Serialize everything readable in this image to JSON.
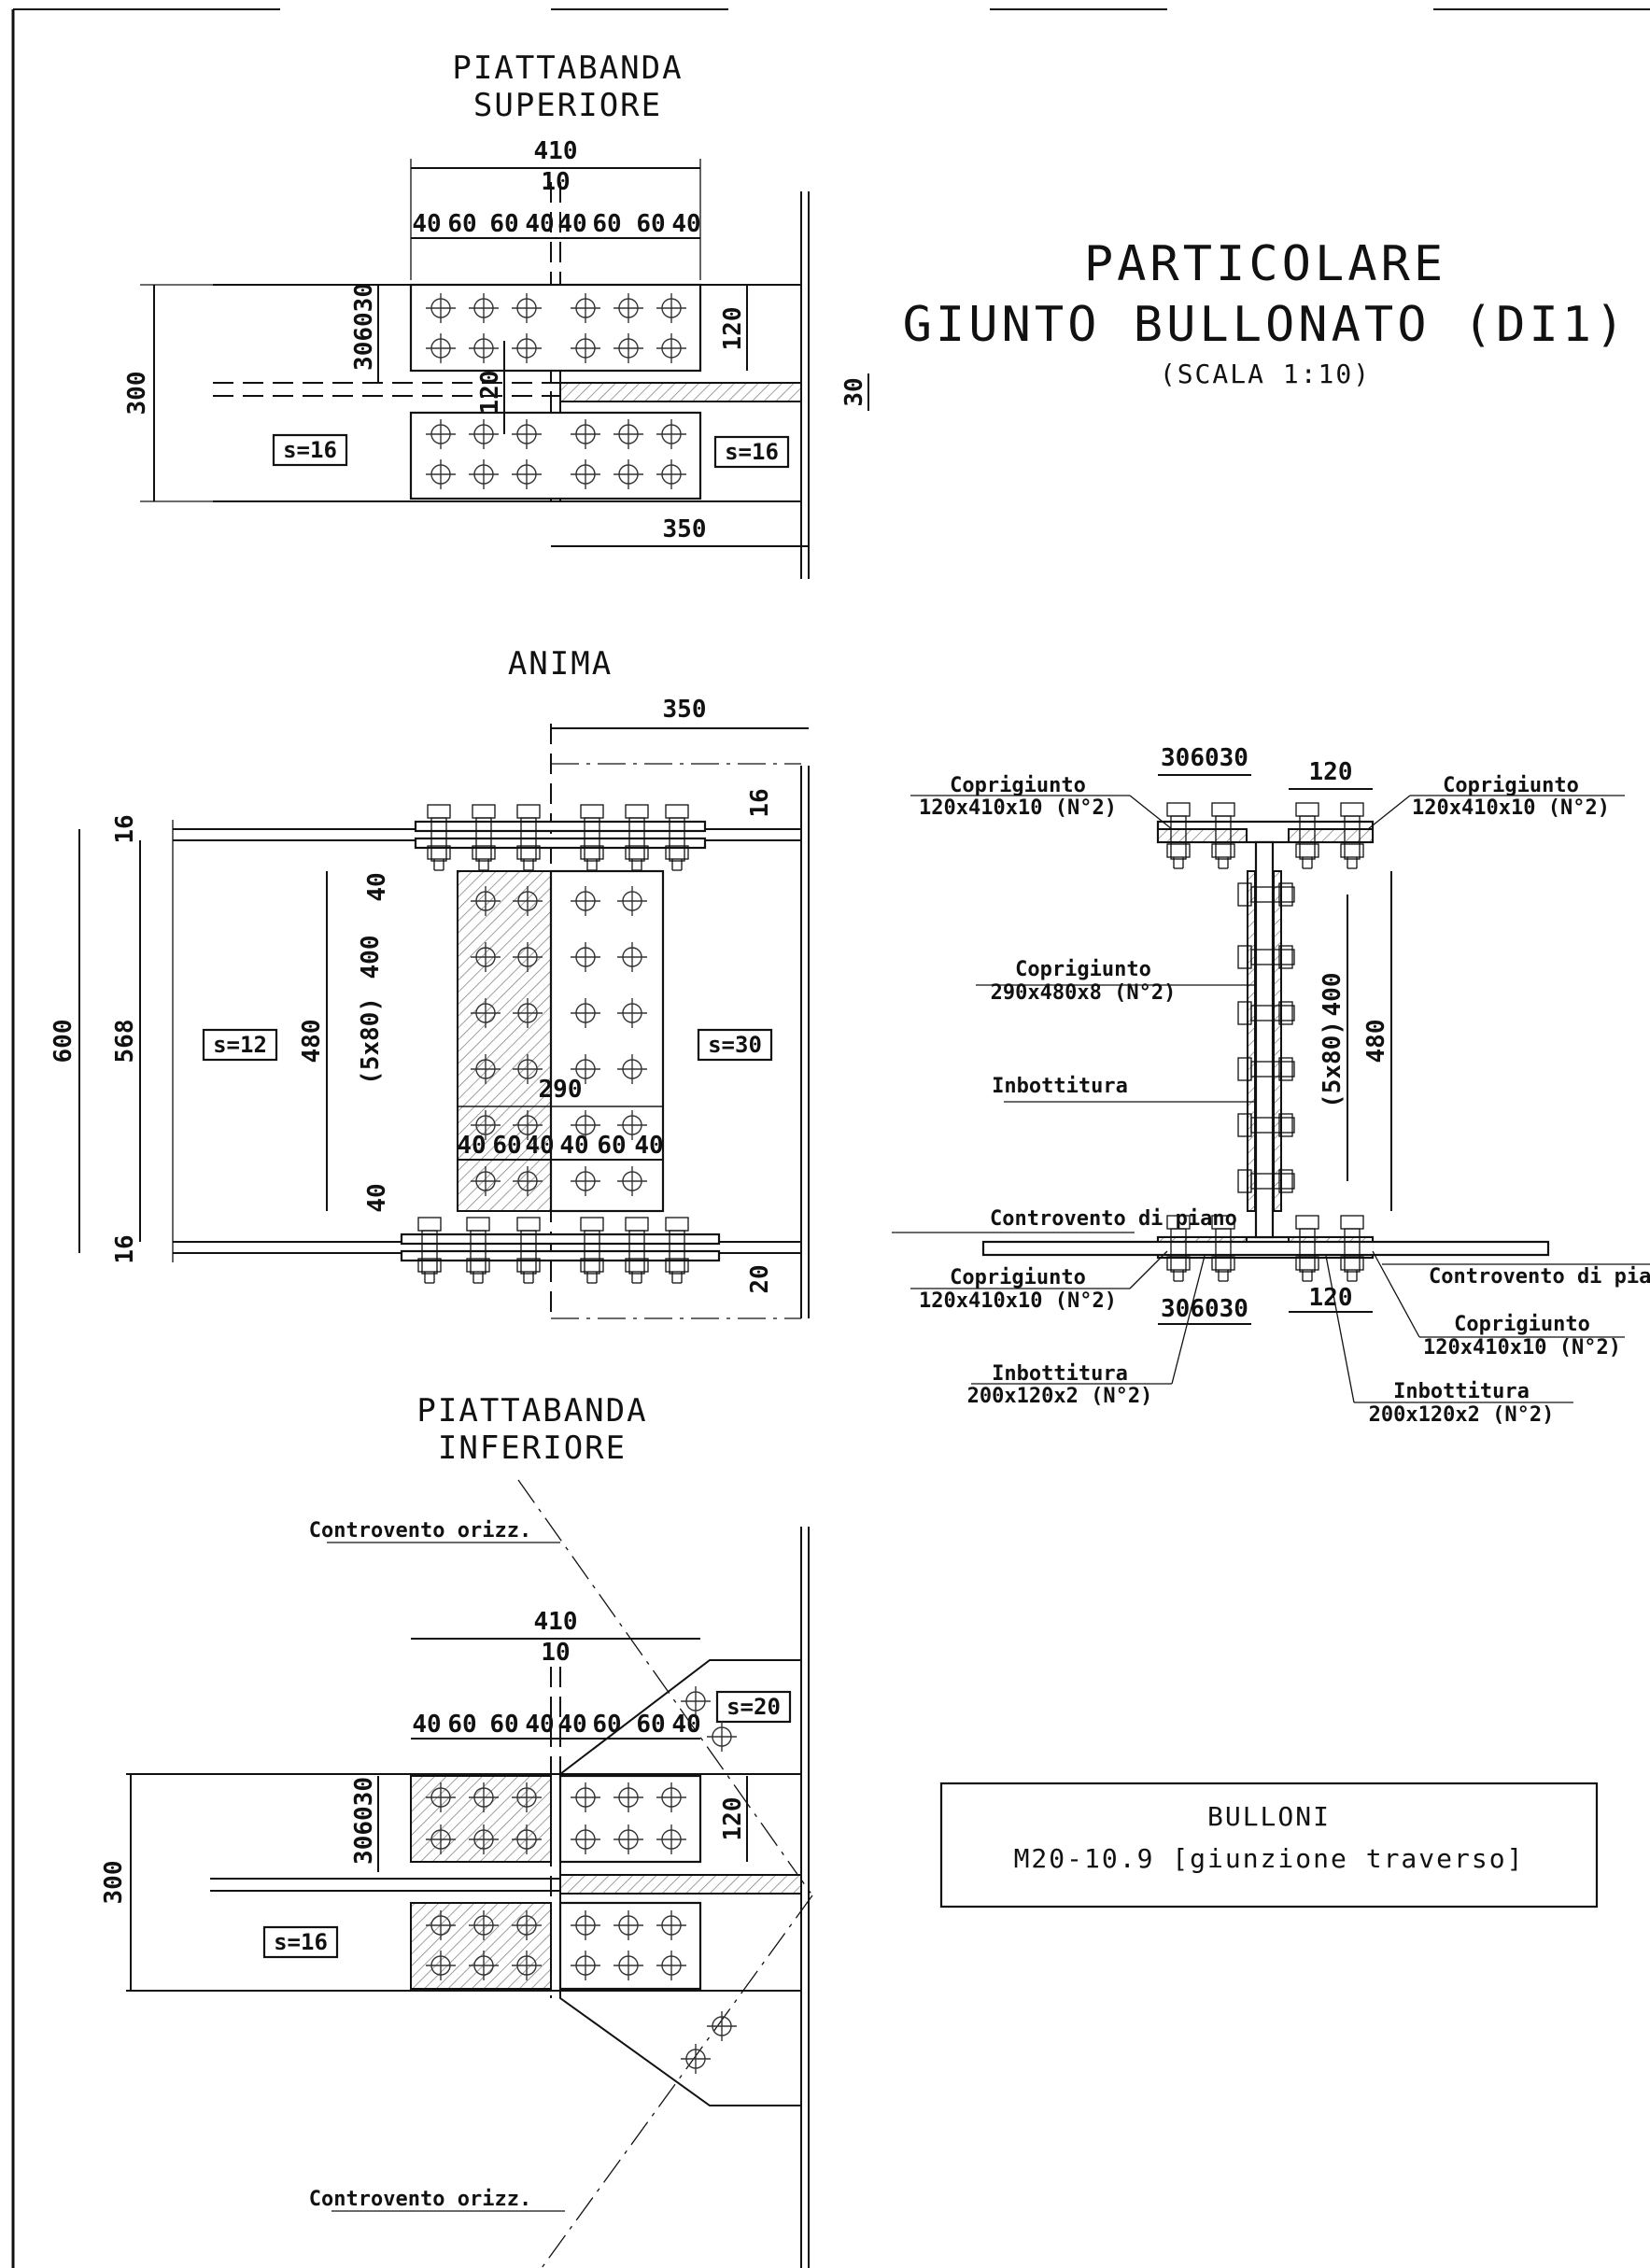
{
  "title": {
    "line1": "PARTICOLARE",
    "line2": "GIUNTO BULLONATO (DI1)",
    "scale": "(SCALA 1:10)"
  },
  "top_view": {
    "heading1": "PIATTABANDA",
    "heading2": "SUPERIORE",
    "dims": {
      "total_width": "410",
      "gap": "10",
      "bolt_spacing": [
        "40",
        "60",
        "60",
        "40",
        "40",
        "60",
        "60",
        "40"
      ],
      "vertical_small": "306030",
      "plate_height": "120",
      "inner_120": "120",
      "flange_width": "300",
      "distance": "350",
      "thk_30": "30"
    },
    "labels": {
      "left": "s=16",
      "right": "s=16"
    }
  },
  "web_view": {
    "heading": "ANIMA",
    "dims": {
      "top_distance": "350",
      "thk_top": "16",
      "thk_top_right": "16",
      "overall_height": "600",
      "web_height": "568",
      "plate_height": "480",
      "bolt_pitch": "(5x80)",
      "bolt_span": "400",
      "edge_top": "40",
      "edge_bottom": "40",
      "plate_width": "290",
      "bolt_spacing": [
        "40",
        "60",
        "40",
        "40",
        "60",
        "40"
      ],
      "thk_bottom": "16",
      "thk_bottom_right": "20"
    },
    "labels": {
      "left": "s=12",
      "right": "s=30"
    }
  },
  "section_view": {
    "notes": {
      "tl_1": "Coprigiunto",
      "tl_2": "120x410x10 (N°2)",
      "tr_1": "Coprigiunto",
      "tr_2": "120x410x10 (N°2)",
      "web_1": "Coprigiunto",
      "web_2": "290x480x8 (N°2)",
      "inbott": "Inbottitura",
      "contr_l": "Controvento di piano",
      "contr_r": "Controvento di piano",
      "bl_1": "Coprigiunto",
      "bl_2": "120x410x10 (N°2)",
      "br_1": "Coprigiunto",
      "br_2": "120x410x10 (N°2)",
      "ib_l_1": "Inbottitura",
      "ib_l_2": "200x120x2 (N°2)",
      "ib_r_1": "Inbottitura",
      "ib_r_2": "200x120x2 (N°2)"
    },
    "dims": {
      "top_left": "306030",
      "top_right": "120",
      "web_span": "400",
      "web_pitch": "(5x80)",
      "web_plate": "480",
      "bot_left": "306030",
      "bot_right": "120"
    }
  },
  "bottom_view": {
    "heading1": "PIATTABANDA",
    "heading2": "INFERIORE",
    "notes": {
      "brace_top": "Controvento orizz.",
      "brace_bottom": "Controvento orizz."
    },
    "dims": {
      "total_width": "410",
      "gap": "10",
      "bolt_spacing": [
        "40",
        "60",
        "60",
        "40",
        "40",
        "60",
        "60",
        "40"
      ],
      "vertical_small": "306030",
      "plate_height": "120",
      "flange_width": "300"
    },
    "labels": {
      "left": "s=16",
      "gusset": "s=20"
    }
  },
  "bolts_box": {
    "title": "BULLONI",
    "spec": "M20-10.9 [giunzione traverso]"
  }
}
